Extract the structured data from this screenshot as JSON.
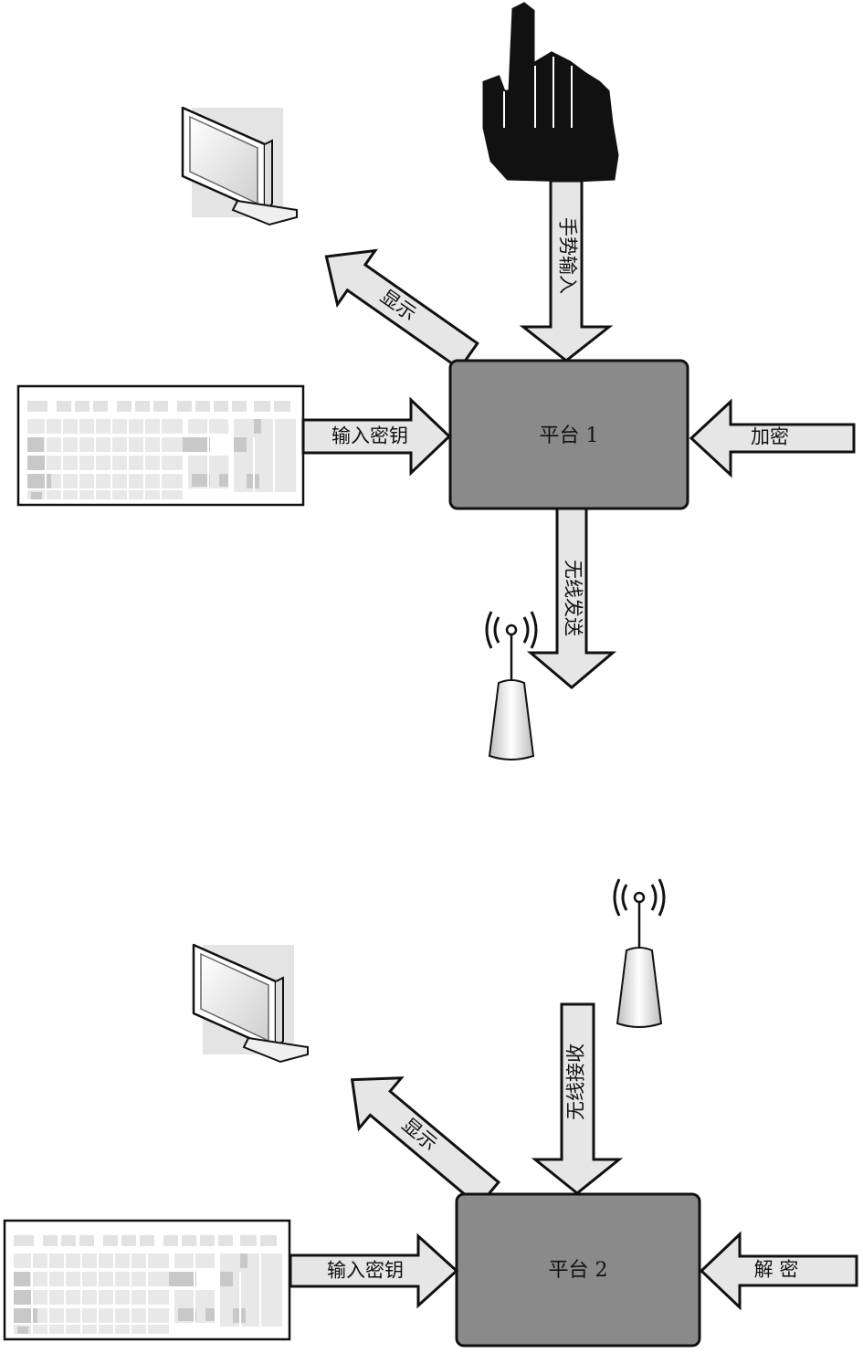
{
  "top_section": {
    "platform_label": "平台 1",
    "arrows": {
      "gesture_input": "手势输入",
      "display": "显示",
      "input_key": "输入密钥",
      "encrypt": "加密",
      "wireless_send": "无线发送"
    }
  },
  "bottom_section": {
    "platform_label": "平台 2",
    "arrows": {
      "wireless_receive": "无线接收",
      "display": "显示",
      "input_key": "输入密钥",
      "decrypt": "解 密"
    }
  },
  "icons": [
    "pointing-hand-icon",
    "monitor-icon",
    "keyboard-icon",
    "wireless-antenna-icon"
  ],
  "colors": {
    "platform_fill": "#8a8a8a",
    "arrow_fill": "#e6e6e6",
    "outline": "#111111"
  }
}
